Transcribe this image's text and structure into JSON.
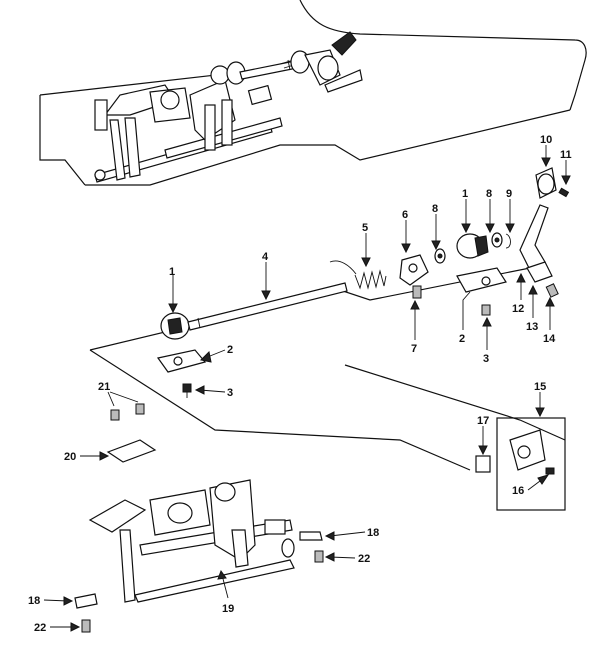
{
  "diagram": {
    "callouts": {
      "c1a": "1",
      "c1b": "1",
      "c2a": "2",
      "c2b": "2",
      "c3a": "3",
      "c3b": "3",
      "c4": "4",
      "c5": "5",
      "c6": "6",
      "c7": "7",
      "c8a": "8",
      "c8b": "8",
      "c9": "9",
      "c10": "10",
      "c11": "11",
      "c12": "12",
      "c13": "13",
      "c14": "14",
      "c15": "15",
      "c16": "16",
      "c17": "17",
      "c18a": "18",
      "c18b": "18",
      "c19": "19",
      "c20": "20",
      "c21": "21",
      "c22a": "22",
      "c22b": "22"
    }
  }
}
